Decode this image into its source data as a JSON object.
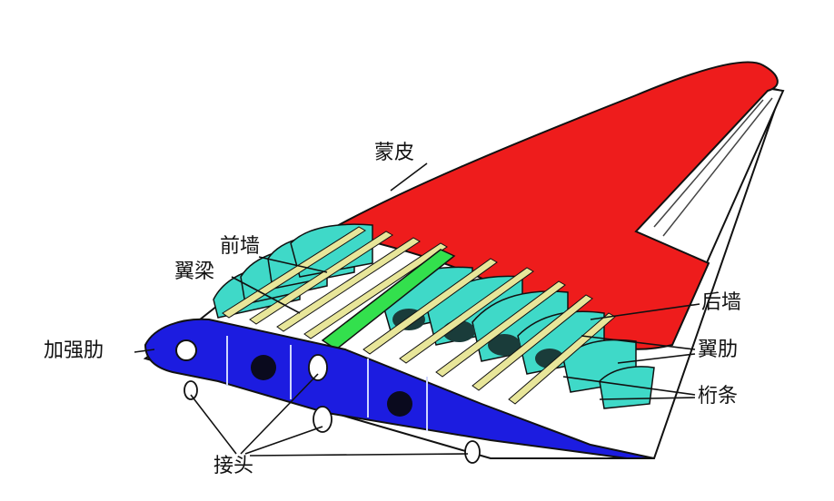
{
  "labels": {
    "skin": "蒙皮",
    "front_wall": "前墙",
    "spar": "翼梁",
    "reinforced_rib": "加强肋",
    "rear_wall": "后墙",
    "rib": "翼肋",
    "stringer": "桁条",
    "joint": "接头"
  },
  "colors": {
    "skin": "#ee1c1c",
    "spar": "#33e04d",
    "reinforced_rib": "#1c1ce0",
    "rib": "#3fd9c8",
    "stringer": "#e8e69a",
    "outline": "#111111",
    "background": "#ffffff"
  }
}
